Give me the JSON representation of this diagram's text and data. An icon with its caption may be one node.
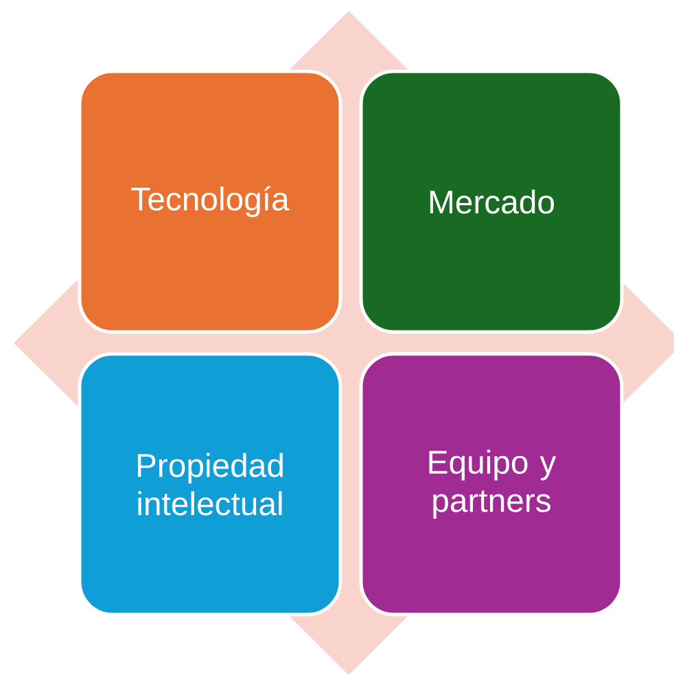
{
  "diagram": {
    "nodes": [
      {
        "text": [
          "Tecnología"
        ]
      },
      {
        "text": [
          "Mercado"
        ]
      },
      {
        "text": [
          "Propiedad intelectual"
        ]
      },
      {
        "text": [
          "Equipo y partners"
        ]
      }
    ]
  }
}
